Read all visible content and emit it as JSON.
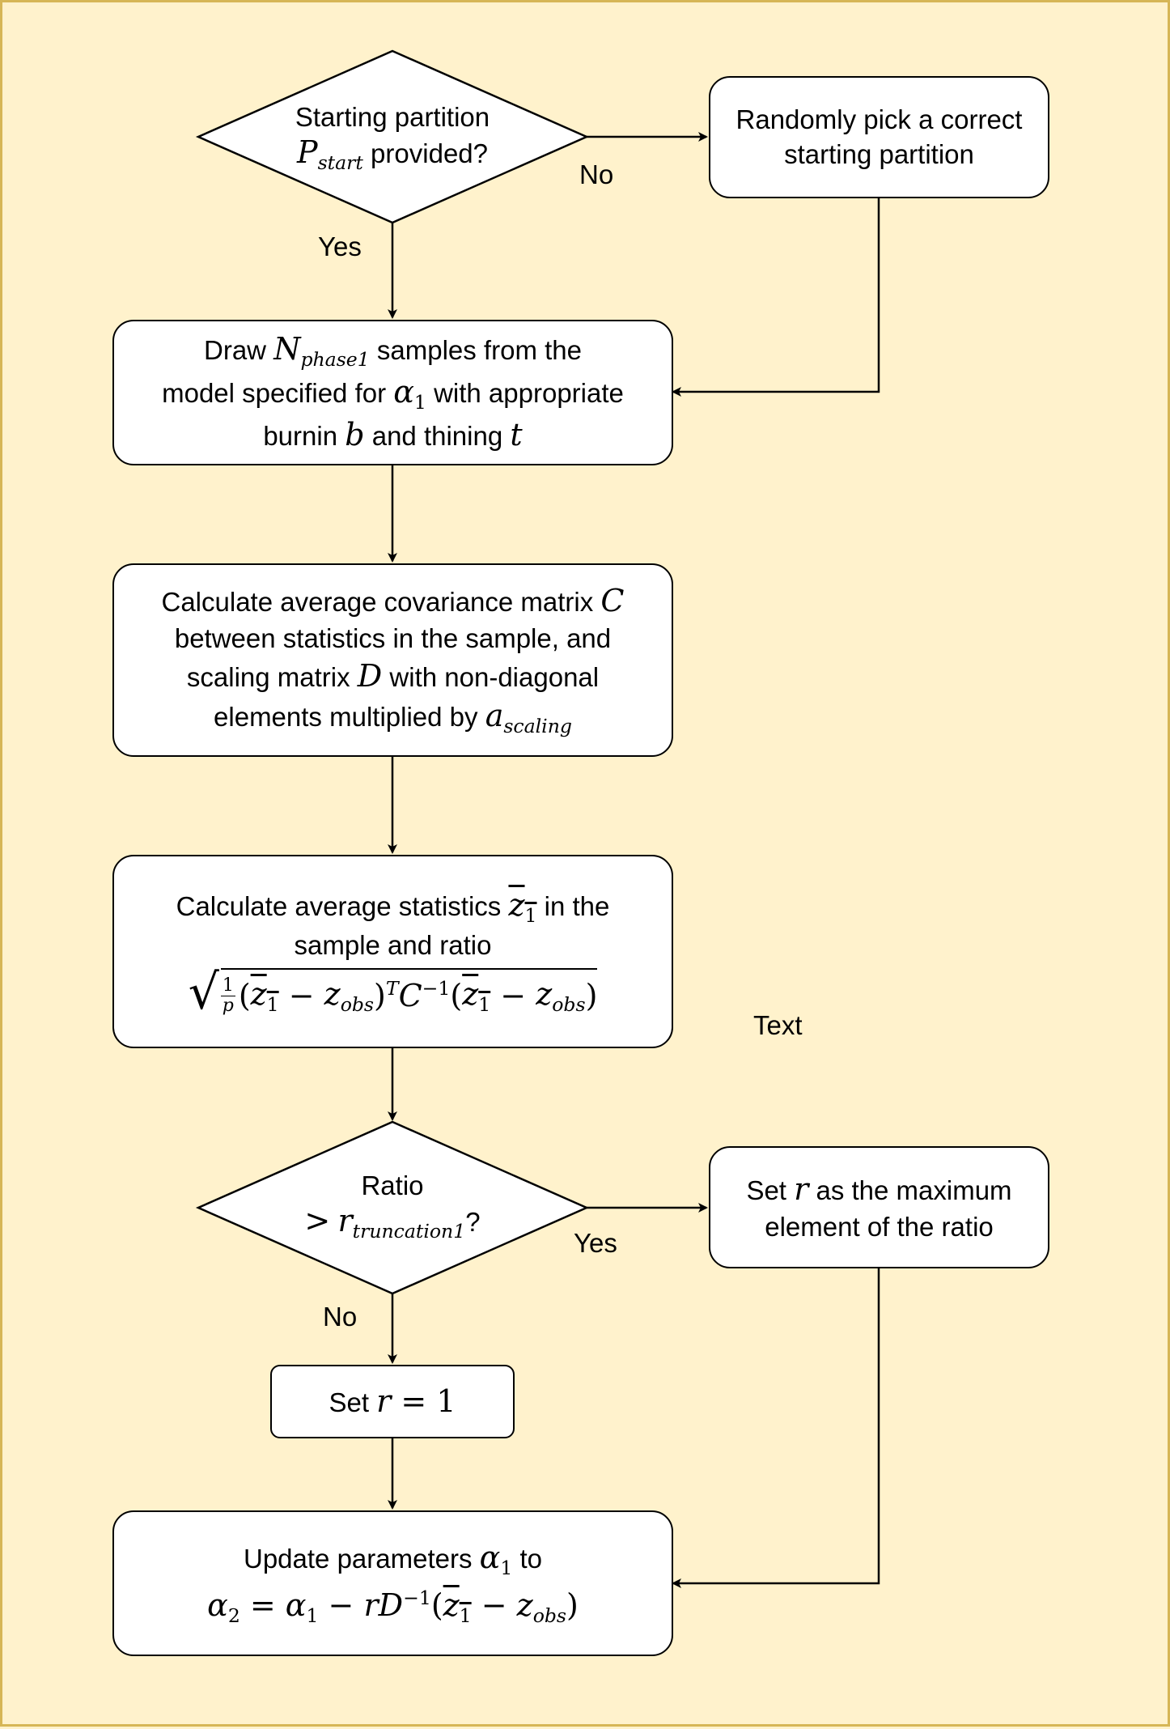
{
  "colors": {
    "background": "#fff2cc",
    "frame": "#d6b656",
    "node_fill": "#ffffff",
    "stroke": "#000000"
  },
  "nodes": {
    "decision1": {
      "line1": "Starting partition",
      "var": "P",
      "var_sub": "start",
      "rest": " provided?"
    },
    "random_pick": {
      "line1": "Randomly pick a correct",
      "line2": "starting partition"
    },
    "draw": {
      "t1": "Draw ",
      "v1": "N",
      "v1_sub": "phase1",
      "t2": " samples from the",
      "t3": "model specified for ",
      "v2": "α",
      "v2_sub": "1",
      "t4": " with appropriate",
      "t5": "burnin ",
      "v3": "b",
      "t6": " and thining ",
      "v4": "t"
    },
    "covariance": {
      "t1": "Calculate average covariance matrix ",
      "v1": "C",
      "t2": "between statistics in the sample, and",
      "t3": "scaling matrix ",
      "v2": "D",
      "t4": " with non-diagonal",
      "t5": "elements multiplied by ",
      "v3": "a",
      "v3_sub": "scaling"
    },
    "statistics": {
      "t1": "Calculate average statistics ",
      "zbar": "z",
      "zbar_sub": "1",
      "t2": " in the",
      "t3": "sample and ratio",
      "frac_num": "1",
      "frac_den": "p",
      "f_open": "(",
      "f_z": "z",
      "f_z_sub": "1",
      "f_minus": " − ",
      "f_zobs": "z",
      "f_zobs_sub": "obs",
      "f_close": ")",
      "f_T": "T",
      "f_C": "C",
      "f_inv": "−1",
      "f_open2": "(",
      "f_z2": "z",
      "f_z2_sub": "1",
      "f_minus2": " − ",
      "f_zobs2": "z",
      "f_zobs2_sub": "obs",
      "f_close2": ")"
    },
    "decision2": {
      "line1": "Ratio",
      "gt": ">",
      "var": "r",
      "var_sub": "truncation1",
      "q": "?"
    },
    "set_r_max": {
      "t1": "Set ",
      "v1": "r",
      "t2": " as the maximum",
      "t3": "element of the ratio"
    },
    "set_r_one": {
      "t1": "Set ",
      "v1": "r",
      "eq": " = ",
      "one": "1"
    },
    "update": {
      "t1": "Update parameters ",
      "v1": "α",
      "v1_sub": "1",
      "t2": " to",
      "a2": "α",
      "a2_sub": "2",
      "eq": " = ",
      "a1": "α",
      "a1_sub": "1",
      "minus": " − ",
      "r": "r",
      "D": "D",
      "D_sup": "−1",
      "open": "(",
      "z": "z",
      "z_sub": "1",
      "minus2": " − ",
      "zobs": "z",
      "zobs_sub": "obs",
      "close": ")"
    }
  },
  "edge_labels": {
    "d1_no": "No",
    "d1_yes": "Yes",
    "d2_yes": "Yes",
    "d2_no": "No"
  },
  "free_text": "Text"
}
